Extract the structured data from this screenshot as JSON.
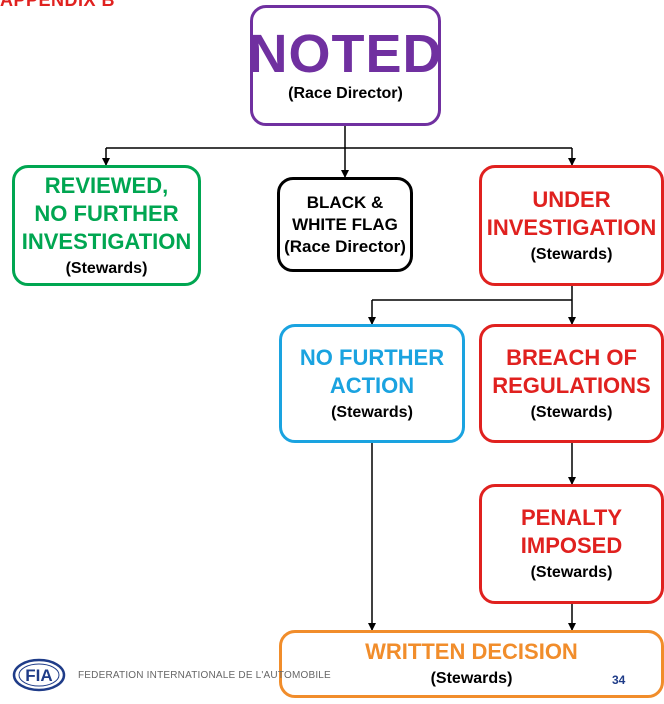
{
  "header": {
    "appendix": "APPENDIX B"
  },
  "colors": {
    "purple": "#7030a0",
    "green": "#00a651",
    "black": "#000000",
    "red": "#e0211f",
    "blue": "#1aa3e0",
    "orange": "#f18d2b"
  },
  "nodes": {
    "noted": {
      "title": "NOTED",
      "sub": "(Race Director)"
    },
    "reviewed": {
      "line1": "REVIEWED,",
      "line2": "NO FURTHER",
      "line3": "INVESTIGATION",
      "sub": "(Stewards)"
    },
    "black_white": {
      "line1": "BLACK &",
      "line2": "WHITE FLAG",
      "sub": "(Race Director)"
    },
    "under_investigation": {
      "line1": "UNDER",
      "line2": "INVESTIGATION",
      "sub": "(Stewards)"
    },
    "no_further_action": {
      "line1": "NO FURTHER",
      "line2": "ACTION",
      "sub": "(Stewards)"
    },
    "breach": {
      "line1": "BREACH OF",
      "line2": "REGULATIONS",
      "sub": "(Stewards)"
    },
    "penalty": {
      "line1": "PENALTY",
      "line2": "IMPOSED",
      "sub": "(Stewards)"
    },
    "written_decision": {
      "title": "WRITTEN DECISION",
      "sub": "(Stewards)"
    }
  },
  "footer": {
    "org": "FEDERATION INTERNATIONALE DE L'AUTOMOBILE",
    "logo_text": "FIA",
    "page": "34"
  }
}
